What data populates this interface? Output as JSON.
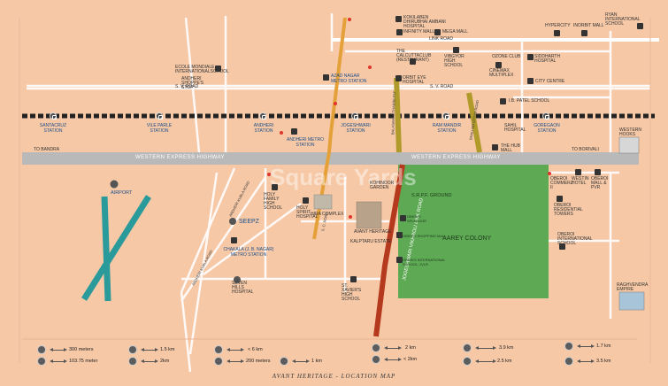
{
  "map": {
    "roads": {
      "western_express_highway": "WESTERN EXPRESS HIGHWAY",
      "to_bandra": "TO BANDRA",
      "to_borivali": "TO BORIVALI",
      "sv_road": "S. V. ROAD",
      "link_road_top": "LINK ROAD",
      "jogeshwari_vikhroli_link_road": "JOGESHWARI VIKHROLI LINK ROAD",
      "balasaheb_thakre_fly": "BALASAHEB THAKRE FLY",
      "bhau_no_uttam_road": "BHAU NO UTTAM ROAD",
      "andheri_kurla_road": "ANDHERI KURLA ROAD",
      "mahakali_road": "S. C. ROAD"
    },
    "stations": [
      {
        "name": "SANTACRUZ STATION"
      },
      {
        "name": "VILE PARLE STATION"
      },
      {
        "name": "ANDHERI STATION"
      },
      {
        "name": "JOGESHWARI STATION"
      },
      {
        "name": "RAM MANDIR STATION"
      },
      {
        "name": "GOREGAON STATION"
      },
      {
        "name": "AZAD NAGAR METRO STATION"
      },
      {
        "name": "ANDHERI METRO STATION"
      },
      {
        "name": "CHAKALA (J. B. NAGAR) METRO STATION"
      }
    ],
    "pois": {
      "airport": "AIRPORT",
      "seepz": "SEEPZ",
      "aarey_colony": "AAREY COLONY",
      "srpf_ground": "S.R.P.F. GROUND",
      "avant_heritage": "AVANT HERITAGE",
      "hira_complex": "HIRA COMPLEX",
      "kalptaru_estate": "KALPTARU ESTATE",
      "holy_family": "HOLY FAMILY HIGH SCHOOL",
      "holy_spirit": "HOLY SPIRIT HOSPITAL",
      "seven_hills": "SEVEN HILLS HOSPITAL",
      "st_xaviers": "ST. XAVIER'S HIGH SCHOOL",
      "oberoi_splendor": "OBEROI SPLENDOR",
      "oberoi_shopping_mall": "OBEROI SHOPPING MALL",
      "oberoi_international_juhu": "OBEROI INTERNATIONAL SCHOOL, JVLR",
      "oberoi_commerz": "OBEROI COMMERZ II",
      "westin_hotel": "WESTIN HOTEL",
      "oberoi_mall_pvr": "OBEROI MALL & PVR",
      "oberoi_residential": "OBEROI RESIDENTIAL TOWERS",
      "oberoi_international_school": "OBEROI INTERNATIONAL SCHOOL",
      "raghvendra_empire": "RAGHVENDRA EMPIRE",
      "western_hooks": "WESTERN HOOKS",
      "the_hub_mall": "THE HUB MALL",
      "ib_patel_school": "I.B. PATEL SCHOOL",
      "ecole_mondiale": "ECOLE MONDIALE INTERNATIONALSCHOOL",
      "andheri_shoppers_stop": "ANDHERI SHOPPE'S STOP",
      "orbit_eye": "ORBIT EYE HOSPITAL",
      "the_calcutta_club": "THE CALCUTTACLUB (RESTAURANT)",
      "vibgyor": "VIBGYOR HIGH SCHOOL",
      "ozone_club": "OZONE CLUB",
      "siddharth_hospital": "SIDDHARTH HOSPITAL",
      "cinemax": "CINEMAX MULTIPLEX",
      "city_centre": "CITY CENTRE",
      "kokilaben": "KOKILABEN DHIRUBHAI AMBANI HOSPITAL",
      "infinity_mall": "INFINITY MALL",
      "mega_mall": "MEGA MALL",
      "hypercity": "HYPERCITY",
      "inorbit_mall": "INORBIT MALL",
      "ryan_international": "RYAN INTERNATIONAL SCHOOL",
      "kohinoor_garden": "KOHINOOR GARDEN",
      "seepz_label2": "SEEPZ",
      "sahil_hospital": "SAHIL HOSPITAL"
    },
    "watermark": "Square Yards",
    "footer": "AVANT HERITAGE - LOCATION MAP"
  },
  "legend": [
    {
      "icon": "W",
      "text": "300 meters"
    },
    {
      "icon": "W",
      "text": "103.75 meter"
    },
    {
      "icon": "S",
      "text": "1.5 km"
    },
    {
      "icon": "S",
      "text": "2km"
    },
    {
      "icon": "A",
      "text": "< 6 km"
    },
    {
      "icon": "A",
      "text": "200 meters"
    },
    {
      "icon": "B",
      "text": "1 km"
    },
    {
      "icon": "M",
      "text": "2 km"
    },
    {
      "icon": "M",
      "text": "< 2km"
    },
    {
      "icon": "C",
      "text": "3.9 km"
    },
    {
      "icon": "C",
      "text": "2.5 km"
    },
    {
      "icon": "H",
      "text": "1.7 km"
    },
    {
      "icon": "H",
      "text": "3.5 km"
    }
  ],
  "colors": {
    "background": "#f6c8a6",
    "aarey_green": "#5ea954",
    "highway_gray": "#b9b9b9",
    "railway": "#222222",
    "metro_line": "#2a9a9a",
    "road_orange": "#e4a13a",
    "road_brown": "#b5391c",
    "road_olive": "#b09a2a"
  }
}
